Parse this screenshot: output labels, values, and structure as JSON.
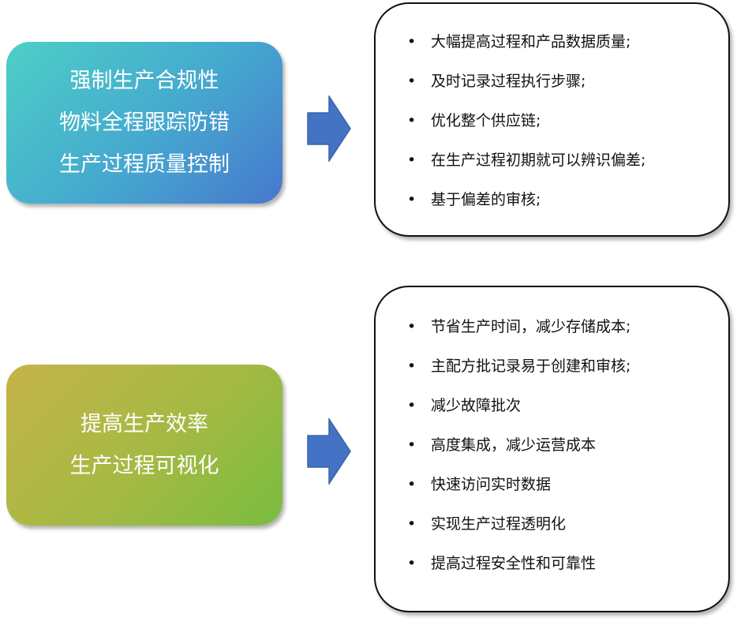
{
  "left_boxes": [
    {
      "lines": [
        "强制生产合规性",
        "物料全程跟踪防错",
        "生产过程质量控制"
      ],
      "gradient": [
        "#4dcfc6",
        "#4778ce"
      ]
    },
    {
      "lines": [
        "提高生产效率",
        "生产过程可视化"
      ],
      "gradient": [
        "#c6b449",
        "#79bd3f"
      ]
    }
  ],
  "arrow_color": "#4472c4",
  "bullet_symbol": "•",
  "panels": [
    {
      "items": [
        "大幅提高过程和产品数据质量;",
        "及时记录过程执行步骤;",
        "优化整个供应链;",
        "在生产过程初期就可以辨识偏差;",
        "基于偏差的审核;"
      ]
    },
    {
      "items": [
        "节省生产时间，减少存储成本;",
        "主配方批记录易于创建和审核;",
        "减少故障批次",
        "高度集成，减少运营成本",
        "快速访问实时数据",
        "实现生产过程透明化",
        "提高过程安全性和可靠性"
      ]
    }
  ]
}
